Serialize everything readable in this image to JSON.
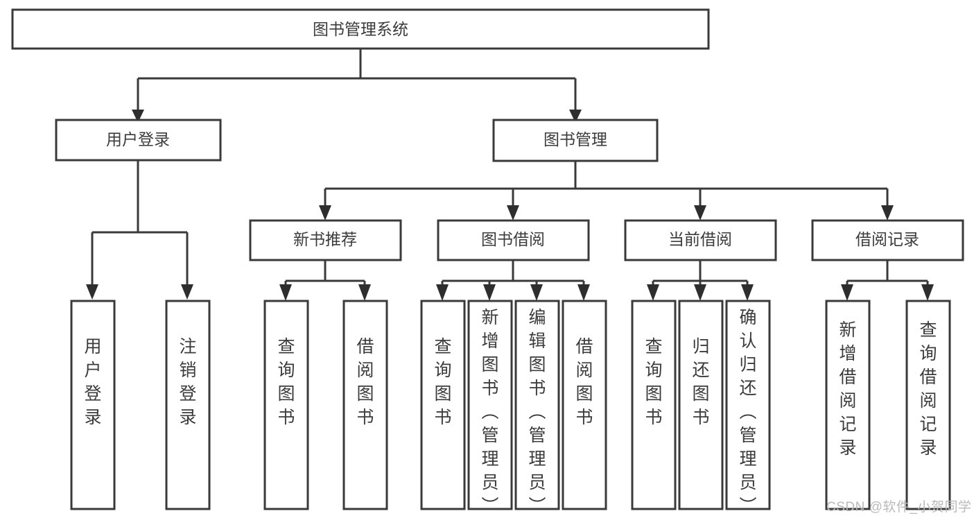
{
  "diagram": {
    "title": "图书管理系统",
    "type": "tree-hierarchy-chart",
    "root": {
      "label": "图书管理系统"
    },
    "level2": [
      {
        "label": "用户登录"
      },
      {
        "label": "图书管理"
      }
    ],
    "level3": [
      {
        "label": "新书推荐"
      },
      {
        "label": "图书借阅"
      },
      {
        "label": "当前借阅"
      },
      {
        "label": "借阅记录"
      }
    ],
    "leaves_user_login": [
      {
        "label": "用户登录"
      },
      {
        "label": "注销登录"
      }
    ],
    "leaves_new_book": [
      {
        "label": "查询图书"
      },
      {
        "label": "借阅图书"
      }
    ],
    "leaves_borrow": [
      {
        "label": "查询图书"
      },
      {
        "label": "新增图书（管理员）"
      },
      {
        "label": "编辑图书（管理员）"
      },
      {
        "label": "借阅图书"
      }
    ],
    "leaves_current": [
      {
        "label": "查询图书"
      },
      {
        "label": "归还图书"
      },
      {
        "label": "确认归还（管理员）"
      }
    ],
    "leaves_record": [
      {
        "label": "新增借阅记录"
      },
      {
        "label": "查询借阅记录"
      }
    ]
  },
  "watermark": {
    "text": "CSDN @软件_小贺同学"
  },
  "colors": {
    "box_stroke": "#3a3a3a",
    "box_fill": "#ffffff",
    "text": "#3b3b3b",
    "connector": "#3a3a3a",
    "watermark": "#b9b9b9",
    "background": "#ffffff"
  }
}
